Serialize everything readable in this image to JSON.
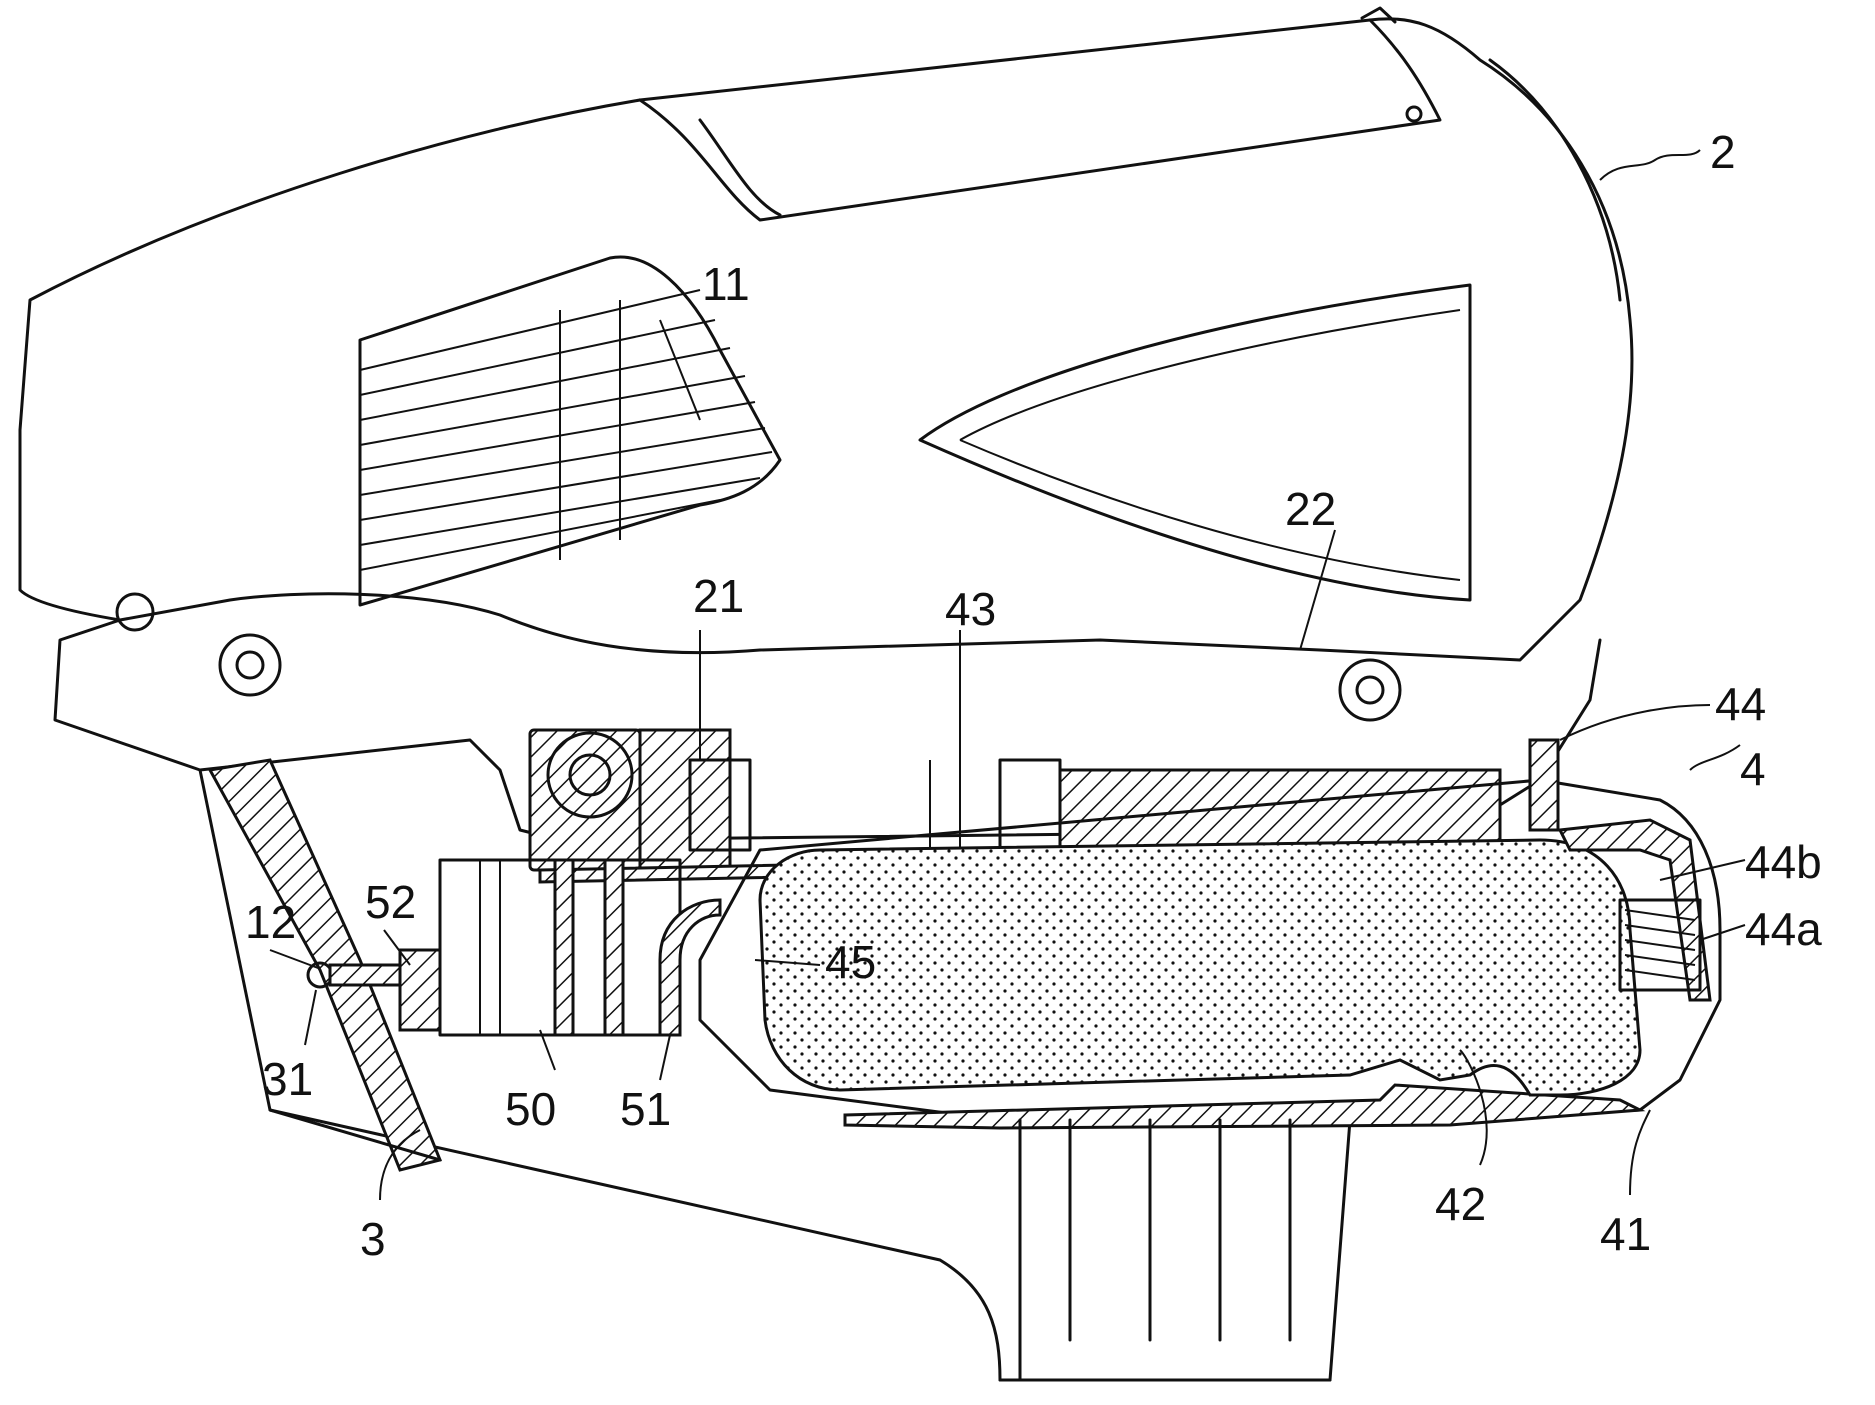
{
  "figure": {
    "labels": {
      "l2": "2",
      "l11": "11",
      "l22": "22",
      "l21": "21",
      "l43": "43",
      "l44": "44",
      "l4": "4",
      "l44b": "44b",
      "l44a": "44a",
      "l12": "12",
      "l52": "52",
      "l45": "45",
      "l31": "31",
      "l50": "50",
      "l51": "51",
      "l42": "42",
      "l3": "3",
      "l41": "41"
    }
  }
}
